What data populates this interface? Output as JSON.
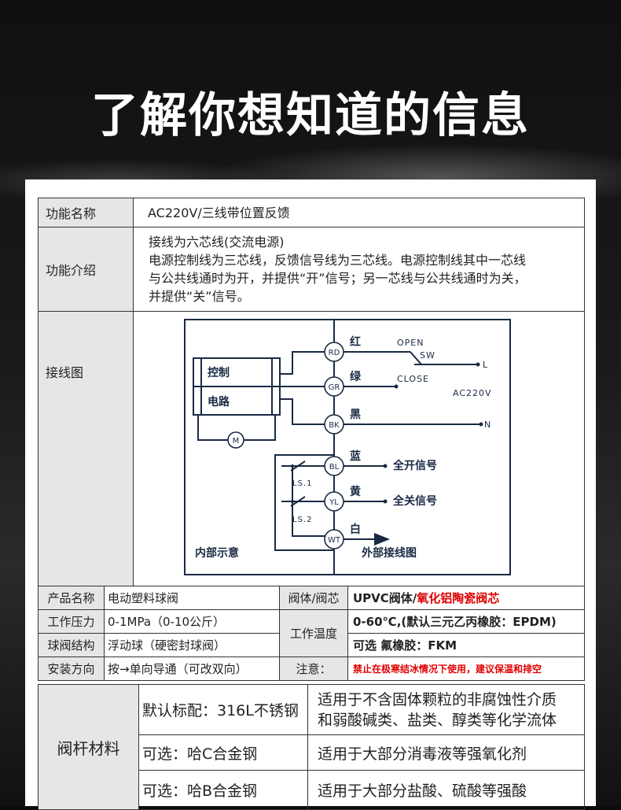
{
  "hero_title": "了解你想知道的信息",
  "info": {
    "func_name_label": "功能名称",
    "func_name_value": "AC220V/三线带位置反馈",
    "func_intro_label": "功能介绍",
    "func_intro_lines": [
      "接线为六芯线(交流电源)",
      "电源控制线为三芯线，反馈信号线为三芯线。电源控制线其中一芯线",
      "与公共线通时为开，并提供“开”信号；另一芯线与公共线通时为关，",
      "并提供“关”信号。"
    ],
    "wiring_label": "接线图"
  },
  "diagram": {
    "control_label": "控制",
    "circuit_label": "电路",
    "motor": "M",
    "terminals": [
      "RD",
      "GR",
      "BK",
      "BL",
      "YL",
      "WT"
    ],
    "colors_cn": [
      "红",
      "绿",
      "黑",
      "蓝",
      "黄",
      "白"
    ],
    "open": "OPEN",
    "sw": "SW",
    "close": "CLOSE",
    "l": "L",
    "n": "N",
    "ac": "AC220V",
    "ls1": "LS.1",
    "ls2": "LS.2",
    "full_open": "全开信号",
    "full_close": "全关信号",
    "internal": "内部示意",
    "external": "外部接线图"
  },
  "specs": {
    "product_name_label": "产品名称",
    "product_name_value": "电动塑料球阀",
    "body_core_label": "阀体/阀芯",
    "body_core_value_1": "UPVC阀体/",
    "body_core_value_2": "氧化铝陶瓷阀芯",
    "pressure_label": "工作压力",
    "pressure_value": "0-1MPa（0-10公斤）",
    "temp_label": "工作温度",
    "temp_value_1": "0-60℃,(默认三元乙丙橡胶：EPDM)",
    "temp_value_2": "可选 氟橡胶：FKM",
    "ball_label": "球阀结构",
    "ball_value": "浮动球（硬密封球阀）",
    "install_label": "安装方向",
    "install_value": "按→单向导通（可改双向）",
    "note_label": "注意：",
    "note_value": "禁止在极寒结冰情况下使用，建议保温和排空"
  },
  "stem": {
    "label": "阀杆材料",
    "rows": [
      {
        "option": "默认标配：316L不锈钢",
        "use_lines": [
          "适用于不含固体颗粒的非腐蚀性介质",
          "和弱酸碱类、盐类、醇类等化学流体"
        ]
      },
      {
        "option": "可选：哈C合金钢",
        "use_lines": [
          "适用于大部分消毒液等强氧化剂"
        ]
      },
      {
        "option": "可选：哈B合金钢",
        "use_lines": [
          "适用于大部分盐酸、硫酸等强酸"
        ]
      }
    ]
  }
}
